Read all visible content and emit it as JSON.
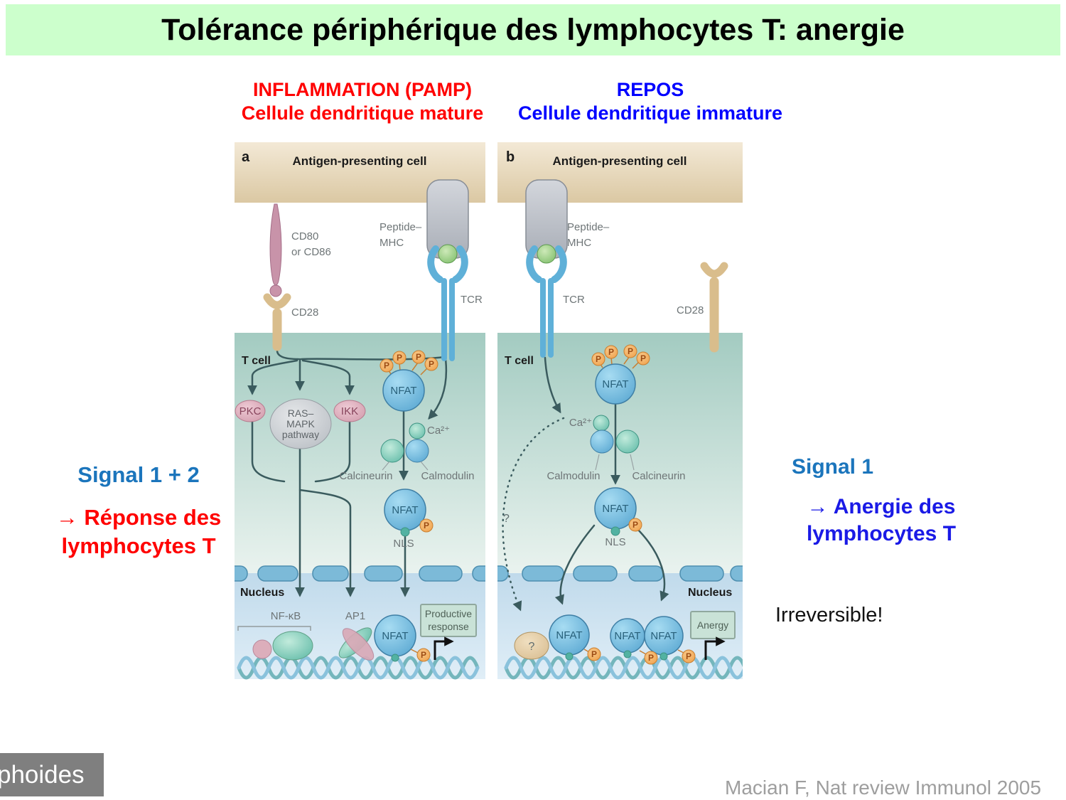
{
  "title": "Tolérance périphérique des lymphocytes T: anergie",
  "columns": {
    "left": {
      "line1": "INFLAMMATION (PAMP)",
      "line2": "Cellule dendritique mature"
    },
    "right": {
      "line1": "REPOS",
      "line2": "Cellule dendritique immature"
    }
  },
  "left_note": {
    "signal": "Signal 1 + 2",
    "arrow": "→",
    "line1": "Réponse des",
    "line2": "lymphocytes T"
  },
  "right_note": {
    "signal": "Signal 1",
    "arrow": "→",
    "line1": "Anergie des",
    "line2": "lymphocytes T",
    "extra": "Irreversible!"
  },
  "footer": {
    "corner_label": "phoides",
    "citation": "Macian F, Nat review Immunol 2005"
  },
  "colors": {
    "title_bg": "#ccffcc",
    "heading_red": "#ff0000",
    "heading_blue": "#0000ff",
    "signal_blue": "#1b75bc",
    "apc_beige": "#e6d5b2",
    "cytoplasm_teal": "#a8cfc6",
    "nucleus_blue": "#c0daeb",
    "nfat_blue": "#66b5da",
    "phosphate_orange": "#f4ac5c"
  },
  "figure": {
    "shared": {
      "apc": "Antigen-presenting cell",
      "tcell": "T cell",
      "nucleus": "Nucleus",
      "nfat": "NFAT",
      "p": "P",
      "nls": "NLS",
      "ca": "Ca²⁺",
      "calcineurin": "Calcineurin",
      "calmodulin": "Calmodulin",
      "peptide_line1": "Peptide–",
      "peptide_line2": "MHC",
      "tcr": "TCR",
      "cd28": "CD28"
    },
    "panel_a": {
      "letter": "a",
      "cd80_line1": "CD80",
      "cd80_line2": "or CD86",
      "pkc": "PKC",
      "ras_line1": "RAS–",
      "ras_line2": "MAPK",
      "ras_line3": "pathway",
      "ikk": "IKK",
      "nfkb": "NF-κB",
      "ap1": "AP1",
      "response_line1": "Productive",
      "response_line2": "response"
    },
    "panel_b": {
      "letter": "b",
      "question": "?",
      "anergy": "Anergy"
    }
  }
}
